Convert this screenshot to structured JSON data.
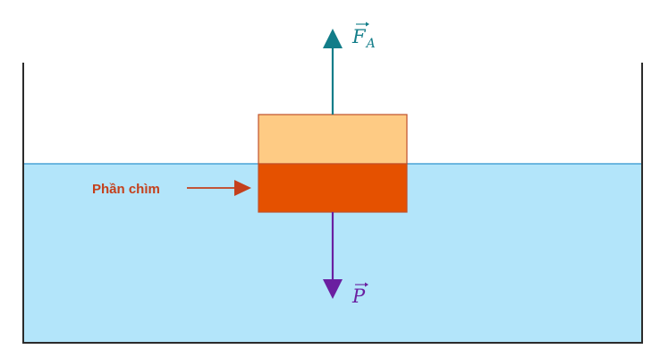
{
  "diagram": {
    "buoyancy_force": {
      "symbol": "F",
      "subscript": "A"
    },
    "weight_force": {
      "symbol": "P"
    },
    "submerged_label": "Phần chìm"
  },
  "colors": {
    "water": "#b3e5fa",
    "water_surface": "#4aa3d6",
    "container": "#2b2b2b",
    "block_above": "#fecb84",
    "block_submerged": "#e55100",
    "block_border": "#c0502a",
    "buoyancy_arrow": "#127d89",
    "weight_arrow": "#6a1fa0",
    "callout": "#c4401c"
  }
}
